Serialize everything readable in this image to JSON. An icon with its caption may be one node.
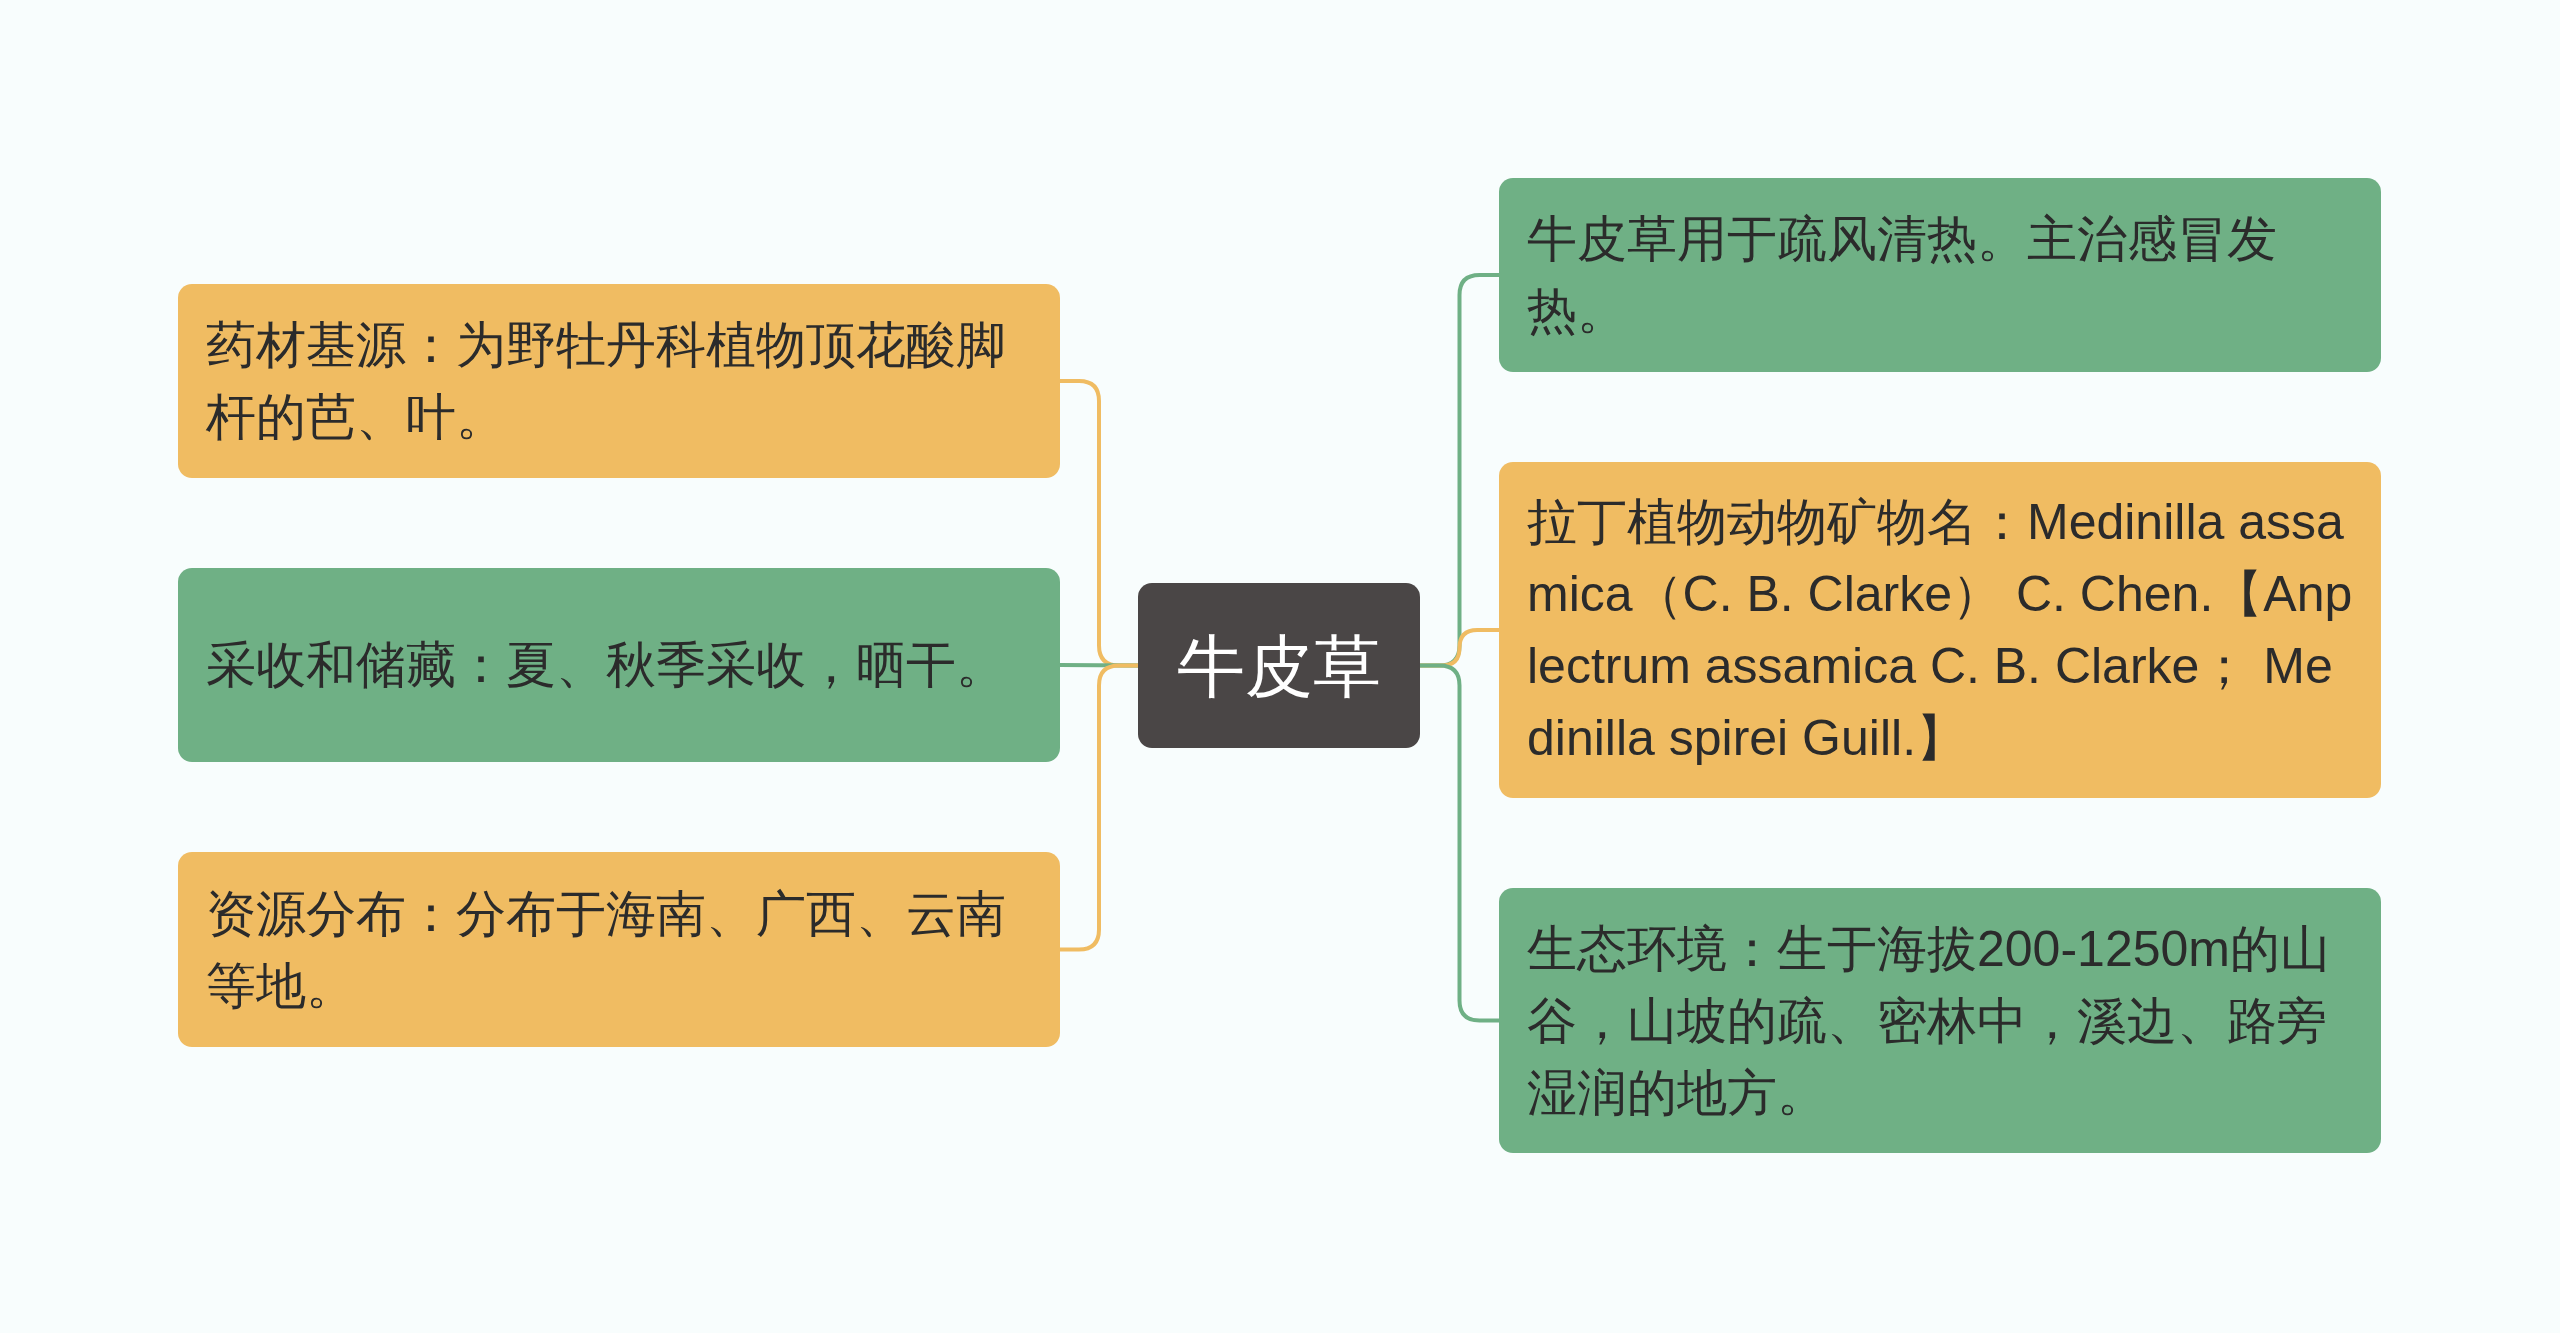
{
  "diagram": {
    "nodes": [
      {
        "text": [
          "牛皮草"
        ]
      },
      {
        "text": [
          "药材基源：为野牡丹科植物顶花酸脚杆的芭、叶。"
        ]
      },
      {
        "text": [
          "采收和储藏：夏、秋季采收，晒干。"
        ]
      },
      {
        "text": [
          "资源分布：分布于海南、广西、云南等地。"
        ]
      },
      {
        "text": [
          "牛皮草用于疏风清热。主治感冒发热。"
        ]
      },
      {
        "text": [
          "拉丁植物动物矿物名：Medinilla assamica（C. B. Clarke） C. Chen.【Anplectrum assamica C. B. Clarke； Medinilla spirei Guill.】"
        ]
      },
      {
        "text": [
          "生态环境：生于海拔200-1250m的山谷，山坡的疏、密林中，溪边、路旁湿润的地方。"
        ]
      }
    ],
    "edges": [
      {
        "from": 0,
        "to": 1,
        "arrow": "none",
        "color": "#f0bc62"
      },
      {
        "from": 0,
        "to": 2,
        "arrow": "none",
        "color": "#6fb085"
      },
      {
        "from": 0,
        "to": 3,
        "arrow": "none",
        "color": "#f0bc62"
      },
      {
        "from": 0,
        "to": 4,
        "arrow": "none",
        "color": "#6fb085"
      },
      {
        "from": 0,
        "to": 5,
        "arrow": "none",
        "color": "#f0bc62"
      },
      {
        "from": 0,
        "to": 6,
        "arrow": "none",
        "color": "#6fb085"
      }
    ]
  }
}
